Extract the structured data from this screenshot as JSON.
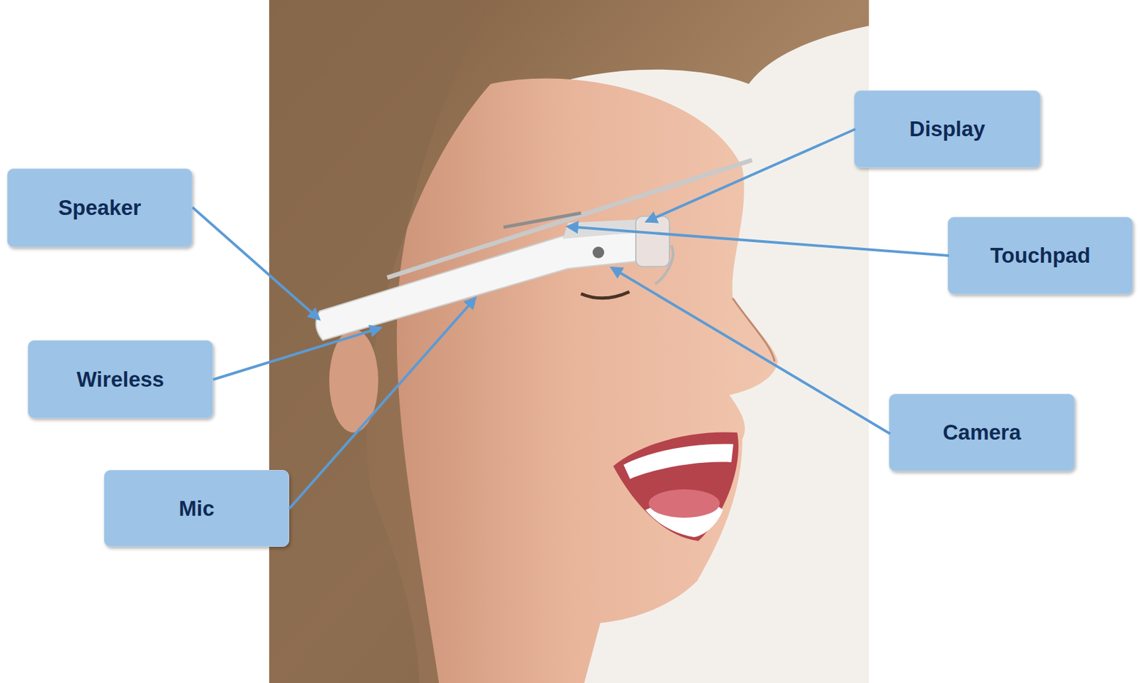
{
  "diagram": {
    "nodes": [
      {
        "text": [
          "Display"
        ]
      },
      {
        "text": [
          "Speaker"
        ]
      },
      {
        "text": [
          "Touchpad"
        ]
      },
      {
        "text": [
          "Wireless"
        ]
      },
      {
        "text": [
          "Camera"
        ]
      },
      {
        "text": [
          "Mic"
        ]
      }
    ]
  }
}
